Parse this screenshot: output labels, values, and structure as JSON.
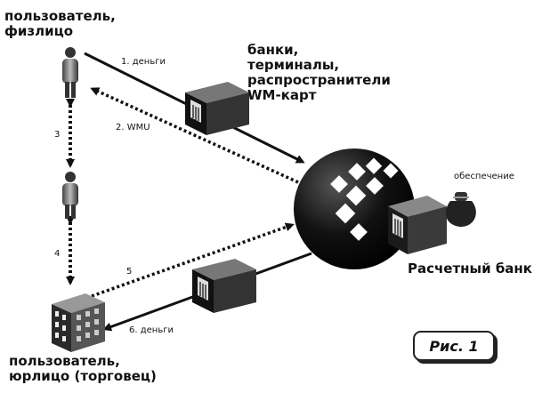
{
  "nodes": {
    "user_person": "пользователь,\nфизлицо",
    "user_company": "пользователь,\nюрлицо (торговец)",
    "banks": "банки,\nтерминалы,\nраспространители\nWM-карт",
    "settlement_bank": "Расчетный банк",
    "collateral": "обеспечение"
  },
  "edges": [
    {
      "id": "1",
      "label": "1. деньги"
    },
    {
      "id": "2",
      "label": "2. WMU"
    },
    {
      "id": "3",
      "label": "3"
    },
    {
      "id": "4",
      "label": "4"
    },
    {
      "id": "5",
      "label": "5"
    },
    {
      "id": "6",
      "label": "6. деньги"
    }
  ],
  "figure_label": "Рис. 1"
}
